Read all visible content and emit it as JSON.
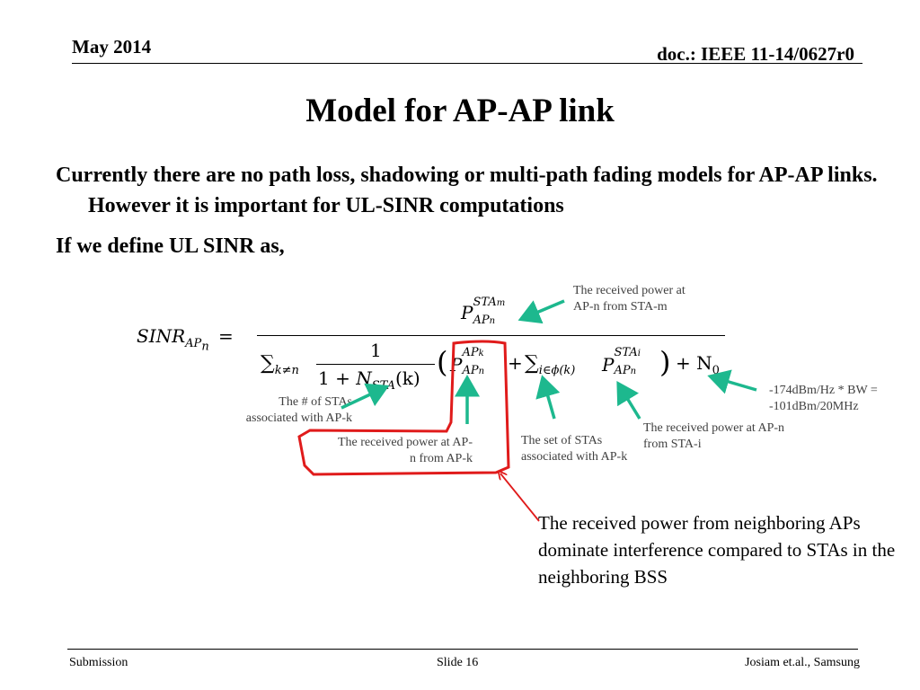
{
  "header": {
    "date": "May 2014",
    "doc_id": "doc.: IEEE 11-14/0627r0"
  },
  "slide": {
    "title": "Model for AP-AP link",
    "paragraph1": "Currently there are no path loss, shadowing or multi-path fading models for AP-AP links. However it is important for UL-SINR computations",
    "paragraph2": "If we define UL SINR as,"
  },
  "equation": {
    "lhs": "SINR",
    "lhs_sub": "AP",
    "lhs_subsub": "n",
    "equals": "=",
    "num_P": "P",
    "num_sup": "STA",
    "num_supsub": "m",
    "num_sub": "AP",
    "num_subsub": "n",
    "sum1": "∑",
    "sum1_sub": "k≠n",
    "frac_num": "1",
    "frac_den_1": "1 + N",
    "frac_den_sub": "STA",
    "frac_den_arg": "(k)",
    "lparen": "(",
    "p2_P": "P",
    "p2_sup": "AP",
    "p2_supsub": "k",
    "p2_sub": "AP",
    "p2_subsub": "n",
    "plus1": "+",
    "sum2": "∑",
    "sum2_sub": "i∈ϕ(k)",
    "p3_P": "P",
    "p3_sup": "STA",
    "p3_supsub": "i",
    "p3_sub": "AP",
    "p3_subsub": "n",
    "rparen": ")",
    "plus2": "+ N",
    "noise_sub": "0"
  },
  "annotations": {
    "rx_sta_m": [
      "The received power at",
      "AP-n from STA-m"
    ],
    "noise": [
      "-174dBm/Hz * BW =",
      "-101dBm/20MHz"
    ],
    "num_stas": [
      "The # of STAs",
      "associated with AP-k"
    ],
    "rx_ap_k": [
      "The received power at AP-",
      "n from AP-k"
    ],
    "set_stas": [
      "The set of STAs",
      "associated with AP-k"
    ],
    "rx_sta_i": [
      "The received power at AP-n",
      "from STA-i"
    ],
    "neighbor_note": "The received power from neighboring APs dominate interference compared to STAs in the neighboring BSS"
  },
  "colors": {
    "arrow": "#1db88e",
    "highlight": "#e01b1b"
  },
  "footer": {
    "left": "Submission",
    "center": "Slide 16",
    "right": "Josiam et.al., Samsung"
  }
}
